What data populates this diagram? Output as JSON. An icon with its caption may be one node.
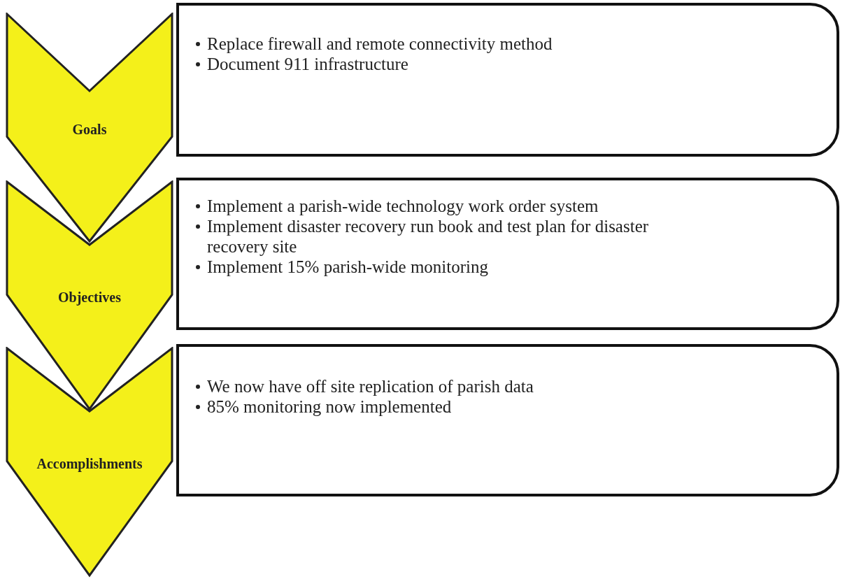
{
  "diagram": {
    "nodes": [
      {
        "text": [
          "Goals"
        ]
      },
      {
        "text": [
          "Replace firewall and remote connectivity method",
          "Document 911 infrastructure"
        ]
      },
      {
        "text": [
          "Objectives"
        ]
      },
      {
        "text": [
          "Implement a parish-wide technology work order system",
          "Implement disaster recovery run book and test plan for disaster recovery site",
          "Implement 15% parish-wide monitoring"
        ]
      },
      {
        "text": [
          "Accomplishments"
        ]
      },
      {
        "text": [
          "We now have off site replication of parish data",
          "85% monitoring now implemented"
        ]
      }
    ]
  }
}
